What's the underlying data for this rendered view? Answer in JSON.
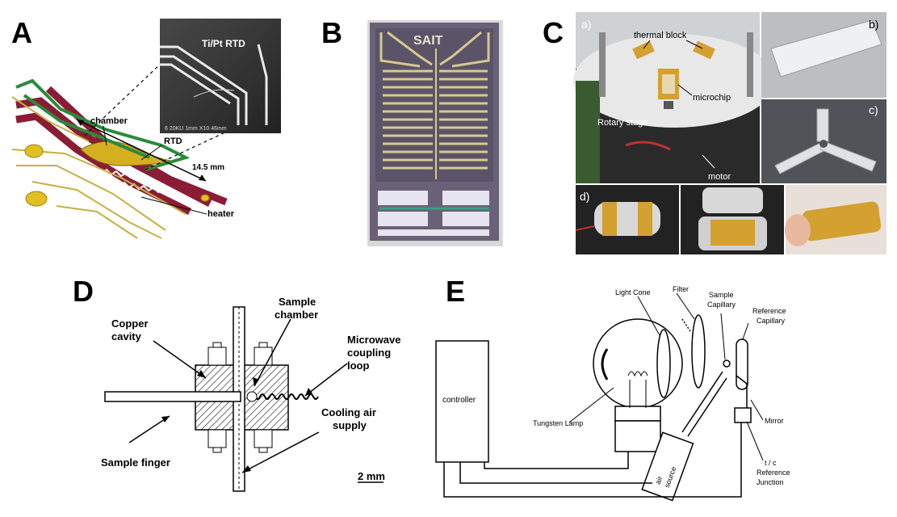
{
  "panels": {
    "a": {
      "letter": "A",
      "inset_title": "Ti/Pt RTD",
      "inset_scalebar": "6  20KU    1mm   X10  46mm",
      "labels": {
        "chamber": "chamber",
        "rtd": "RTD",
        "length": "14.5 mm",
        "heater": "heater"
      }
    },
    "b": {
      "letter": "B",
      "chip_logo": "SAIT"
    },
    "c": {
      "letter": "C",
      "sub_a": "a)",
      "sub_b": "b)",
      "sub_c": "c)",
      "sub_d": "d)",
      "labels": {
        "thermal_block": "thermal block",
        "microchip": "microchip",
        "rotary_stage": "Rotary stage",
        "motor": "motor"
      }
    },
    "d": {
      "letter": "D",
      "labels": {
        "copper_cavity": [
          "Copper",
          "cavity"
        ],
        "sample_chamber": [
          "Sample",
          "chamber"
        ],
        "microwave": [
          "Microwave",
          "coupling",
          "loop"
        ],
        "cooling": [
          "Cooling air",
          "supply"
        ],
        "sample_finger": "Sample finger",
        "scale": "2 mm"
      }
    },
    "e": {
      "letter": "E",
      "labels": {
        "controller": "controller",
        "light_cone": "Light Cone",
        "filter": "Filter",
        "sample_capillary": [
          "Sample",
          "Capillary"
        ],
        "reference_capillary": [
          "Reference",
          "Capillary"
        ],
        "tungsten_lamp": "Tungsten Lamp",
        "mirror": "Mirror",
        "air_source": [
          "air",
          "source"
        ],
        "tc_junction": [
          "t / c",
          "Reference",
          "Junction"
        ]
      }
    }
  }
}
